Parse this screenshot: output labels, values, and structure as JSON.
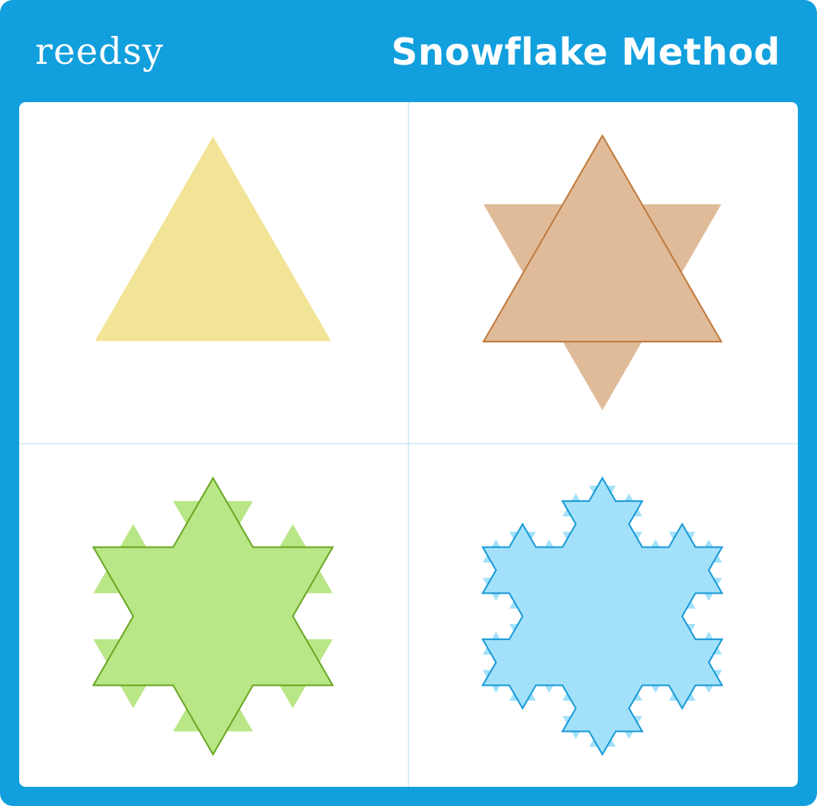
{
  "header": {
    "logo_text": "reedsy",
    "title": "Snowflake Method"
  },
  "colors": {
    "background_blue": "#129fdd",
    "stage1_fill": "#f2e496",
    "stage2_fill": "#dfbb99",
    "stage2_stroke": "#c17a3c",
    "stage3_fill": "#b9e686",
    "stage3_stroke": "#6aa724",
    "stage4_fill": "#a3e1fb",
    "stage4_stroke": "#1a9ad6",
    "grid_line": "#b8dcec"
  },
  "stages": [
    {
      "name": "stage-1-triangle",
      "iterations": 0
    },
    {
      "name": "stage-2-star",
      "iterations": 1
    },
    {
      "name": "stage-3-snowflake",
      "iterations": 2
    },
    {
      "name": "stage-4-snowflake",
      "iterations": 3
    }
  ]
}
